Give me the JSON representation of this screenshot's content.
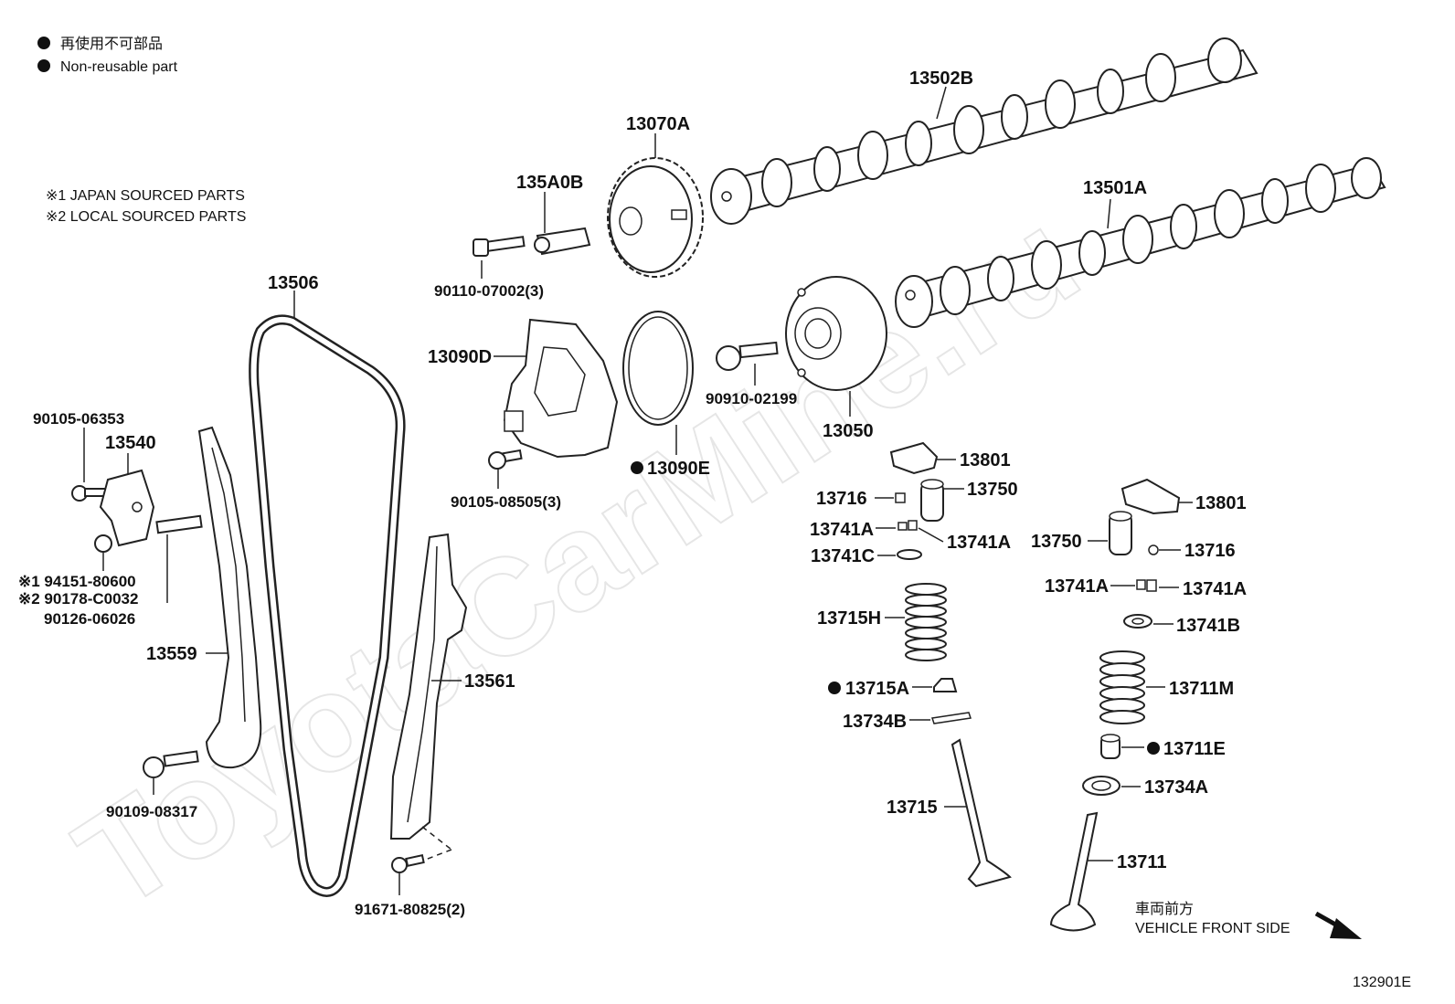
{
  "legend": {
    "line1": "再使用不可部品",
    "line2": "Non-reusable part"
  },
  "source_notes": {
    "note1": "※1 JAPAN SOURCED PARTS",
    "note2": "※2 LOCAL SOURCED PARTS"
  },
  "watermark": "ToyotaCarMine.ru",
  "front_direction": {
    "line1": "車両前方",
    "line2": "VEHICLE FRONT SIDE"
  },
  "diagram_code": "132901E",
  "part_labels": {
    "p13502B": "13502B",
    "p13501A": "13501A",
    "p13070A": "13070A",
    "p135A0B": "135A0B",
    "p90110": "90110-07002(3)",
    "p13506": "13506",
    "p13090D": "13090D",
    "p13090E": "13090E",
    "p90910": "90910-02199",
    "p13050": "13050",
    "p90105_06353": "90105-06353",
    "p13540": "13540",
    "p90105_08505": "90105-08505(3)",
    "p94151": "※1 94151-80600",
    "p90178": "※2 90178-C0032",
    "p90126": "90126-06026",
    "p13559": "13559",
    "p13561": "13561",
    "p90109": "90109-08317",
    "p91671": "91671-80825(2)",
    "p13801a": "13801",
    "p13716a": "13716",
    "p13750a": "13750",
    "p13741Aa": "13741A",
    "p13741Ab": "13741A",
    "p13741C": "13741C",
    "p13715H": "13715H",
    "p13715A": "13715A",
    "p13734B": "13734B",
    "p13715": "13715",
    "p13801b": "13801",
    "p13750b": "13750",
    "p13716b": "13716",
    "p13741Ac": "13741A",
    "p13741Ad": "13741A",
    "p13741B": "13741B",
    "p13711M": "13711M",
    "p13711E": "13711E",
    "p13734A": "13734A",
    "p13711": "13711"
  },
  "non_reusable_marked": [
    "13090E",
    "13715A",
    "13711E"
  ]
}
